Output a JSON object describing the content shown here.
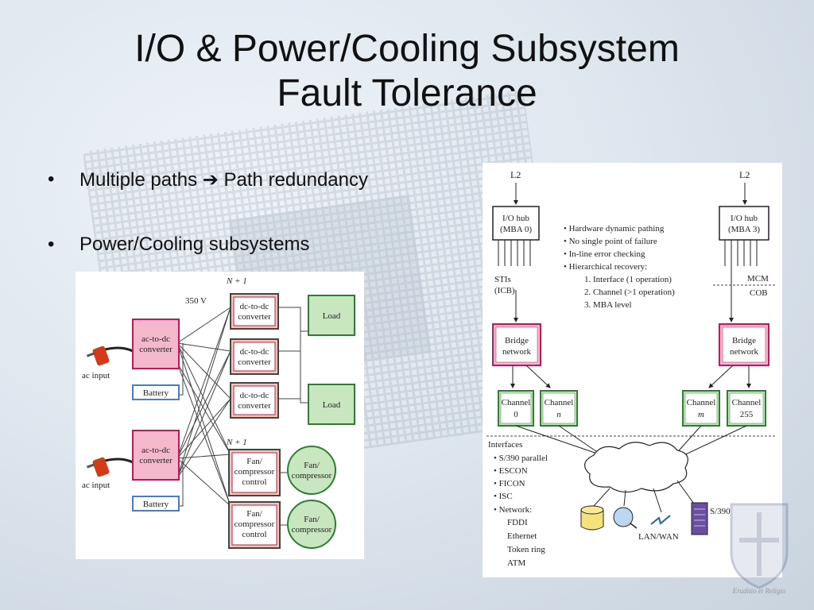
{
  "slide": {
    "title_line1": "I/O & Power/Cooling Subsystem",
    "title_line2": "Fault Tolerance",
    "bullet1_left": "Multiple paths",
    "bullet1_right": "Path redundancy",
    "bullet2": "Power/Cooling subsystems",
    "emblem_text": "Eruditio et Religio"
  },
  "power_diagram": {
    "n_plus_1_top": "N + 1",
    "n_plus_1_bottom": "N + 1",
    "voltage": "350 V",
    "ac_input_1": "ac input",
    "ac_input_2": "ac input",
    "acdc_1": [
      "ac-to-dc",
      "converter"
    ],
    "acdc_2": [
      "ac-to-dc",
      "converter"
    ],
    "battery_1": "Battery",
    "battery_2": "Battery",
    "dcdc_1": [
      "dc-to-dc",
      "converter"
    ],
    "dcdc_2": [
      "dc-to-dc",
      "converter"
    ],
    "dcdc_3": [
      "dc-to-dc",
      "converter"
    ],
    "load_1": "Load",
    "load_2": "Load",
    "fan_ctrl_1": [
      "Fan/",
      "compressor",
      "control"
    ],
    "fan_ctrl_2": [
      "Fan/",
      "compressor",
      "control"
    ],
    "fan_1": [
      "Fan/",
      "compressor"
    ],
    "fan_2": [
      "Fan/",
      "compressor"
    ]
  },
  "io_diagram": {
    "l2_left": "L2",
    "l2_right": "L2",
    "hub_left": [
      "I/O hub",
      "(MBA 0)"
    ],
    "hub_right": [
      "I/O hub",
      "(MBA 3)"
    ],
    "features": [
      "• Hardware dynamic pathing",
      "• No single point of failure",
      "• In-line error checking",
      "• Hierarchical recovery:",
      "1. Interface (1 operation)",
      "2. Channel (>1 operation)",
      "3. MBA level"
    ],
    "stis": [
      "STIs",
      "(ICB)"
    ],
    "mcm": "MCM",
    "cob": "COB",
    "bridge_left": [
      "Bridge",
      "network"
    ],
    "bridge_right": [
      "Bridge",
      "network"
    ],
    "channel_0": [
      "Channel",
      "0"
    ],
    "channel_n": [
      "Channel",
      "n"
    ],
    "channel_m": [
      "Channel",
      "m"
    ],
    "channel_255": [
      "Channel",
      "255"
    ],
    "interfaces": [
      "Interfaces",
      "• S/390 parallel",
      "• ESCON",
      "• FICON",
      "• ISC",
      "• Network:",
      "FDDI",
      "Ethernet",
      "Token ring",
      "ATM"
    ],
    "lan_wan": "LAN/WAN",
    "s390": "S/390"
  },
  "colors": {
    "pink_fill": "#f3b8cc",
    "pink_border": "#c2185b",
    "green_fill": "#c8e6c0",
    "green_border": "#2e7d32",
    "salmon_fill": "#f6c8b4",
    "battery_border": "#4a7fbf",
    "plug_red": "#d23a1a"
  }
}
